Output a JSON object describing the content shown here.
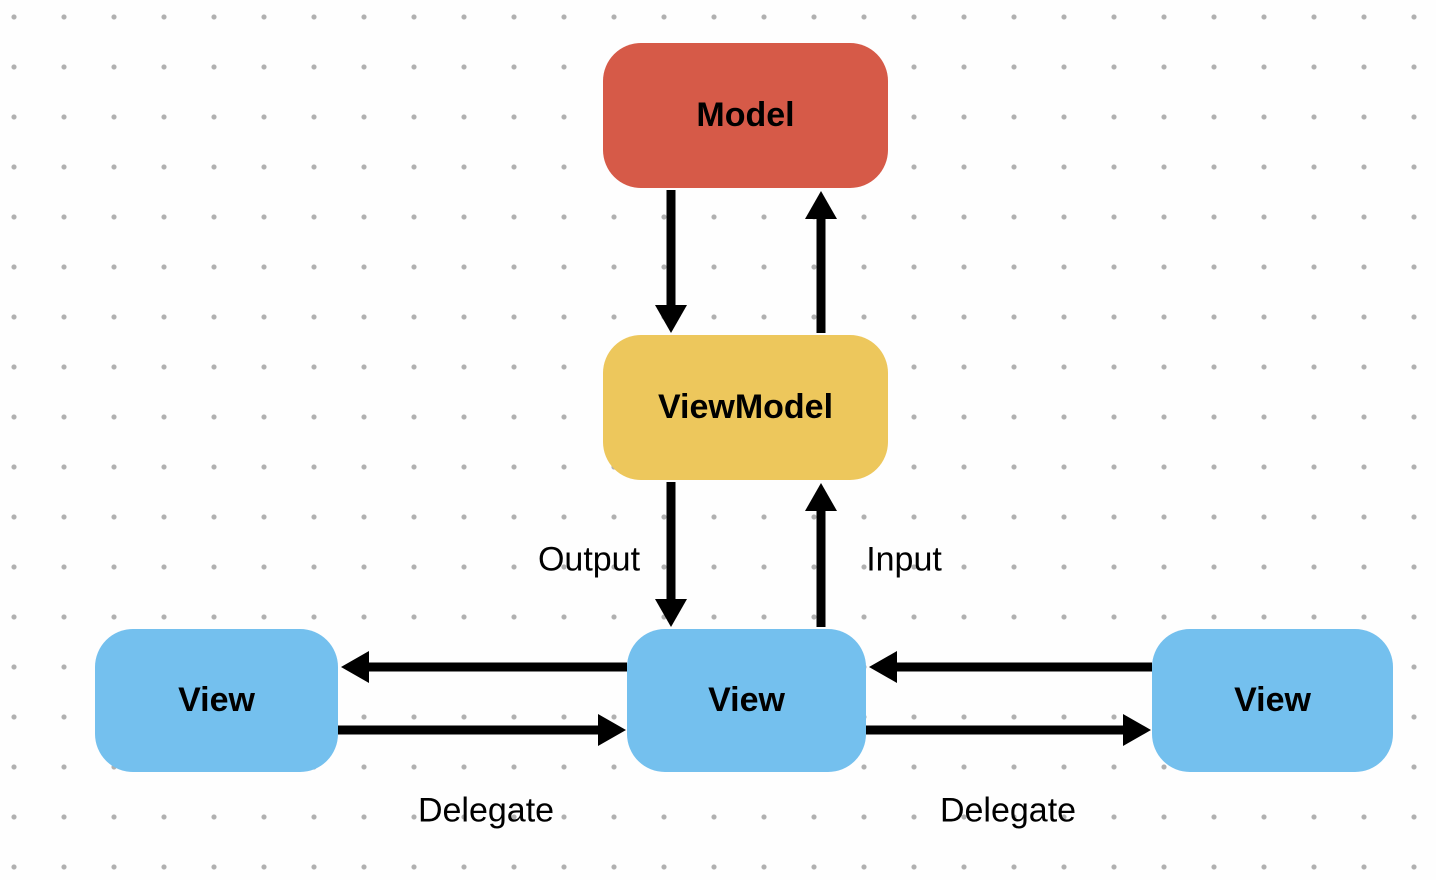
{
  "diagram": {
    "nodes": [
      {
        "id": "model",
        "label": "Model",
        "color_key": "node_red"
      },
      {
        "id": "viewmodel",
        "label": "ViewModel",
        "color_key": "node_yellow"
      },
      {
        "id": "view-left",
        "label": "View",
        "color_key": "node_blue"
      },
      {
        "id": "view-center",
        "label": "View",
        "color_key": "node_blue"
      },
      {
        "id": "view-right",
        "label": "View",
        "color_key": "node_blue"
      }
    ],
    "edge_labels": [
      {
        "id": "output",
        "text": "Output"
      },
      {
        "id": "input",
        "text": "Input"
      },
      {
        "id": "delegate-left",
        "text": "Delegate"
      },
      {
        "id": "delegate-right",
        "text": "Delegate"
      }
    ],
    "edges": [
      {
        "from": "model",
        "to": "viewmodel",
        "direction": "down"
      },
      {
        "from": "viewmodel",
        "to": "model",
        "direction": "up"
      },
      {
        "from": "viewmodel",
        "to": "view-center",
        "direction": "down",
        "label": "Output"
      },
      {
        "from": "view-center",
        "to": "viewmodel",
        "direction": "up",
        "label": "Input"
      },
      {
        "from": "view-center",
        "to": "view-left",
        "direction": "left"
      },
      {
        "from": "view-left",
        "to": "view-center",
        "direction": "right",
        "label": "Delegate"
      },
      {
        "from": "view-right",
        "to": "view-center",
        "direction": "left"
      },
      {
        "from": "view-center",
        "to": "view-right",
        "direction": "right",
        "label": "Delegate"
      }
    ]
  },
  "colors": {
    "canvas_bg": "#FEFEFE",
    "dot": "#B0B0B0",
    "arrow": "#000000",
    "text": "#000000",
    "node_red": "#D65A48",
    "node_yellow": "#EDC75C",
    "node_blue": "#74C0EE"
  }
}
